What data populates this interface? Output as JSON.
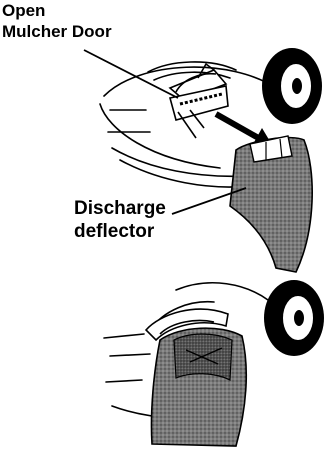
{
  "labels": {
    "open_mulcher_door_line1": "Open",
    "open_mulcher_door_line2": "Mulcher Door",
    "discharge_deflector_line1": "Discharge",
    "discharge_deflector_line2": "deflector"
  },
  "colors": {
    "ink": "#000000",
    "background": "#ffffff",
    "deflector_fill": "#6e6e6e"
  }
}
